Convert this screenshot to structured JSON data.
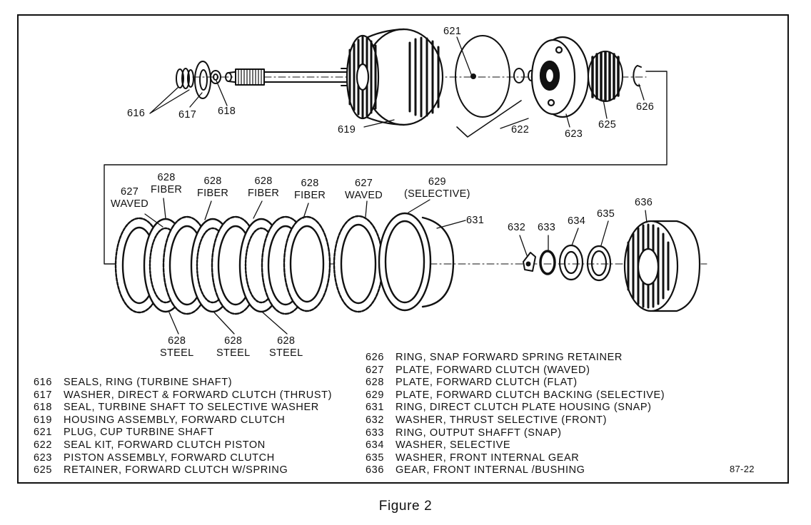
{
  "figure": {
    "caption": "Figure 2",
    "code": "87-22"
  },
  "callouts": {
    "c616": "616",
    "c617": "617",
    "c618": "618",
    "c619": "619",
    "c621": "621",
    "c622": "622",
    "c623": "623",
    "c625": "625",
    "c626": "626",
    "c627a": {
      "num": "627",
      "word": "WAVED"
    },
    "c628a": {
      "num": "628",
      "word": "FIBER"
    },
    "c628b": {
      "num": "628",
      "word": "FIBER"
    },
    "c628c": {
      "num": "628",
      "word": "FIBER"
    },
    "c628d": {
      "num": "628",
      "word": "FIBER"
    },
    "c627b": {
      "num": "627",
      "word": "WAVED"
    },
    "c629": {
      "num": "629",
      "word": "(SELECTIVE)"
    },
    "c631": "631",
    "c632": "632",
    "c633": "633",
    "c634": "634",
    "c635": "635",
    "c636": "636",
    "s628a": {
      "num": "628",
      "word": "STEEL"
    },
    "s628b": {
      "num": "628",
      "word": "STEEL"
    },
    "s628c": {
      "num": "628",
      "word": "STEEL"
    }
  },
  "legend_left": [
    {
      "num": "616",
      "text": "SEALS, RING (TURBINE SHAFT)"
    },
    {
      "num": "617",
      "text": "WASHER, DIRECT & FORWARD CLUTCH (THRUST)"
    },
    {
      "num": "618",
      "text": "SEAL, TURBINE SHAFT TO SELECTIVE WASHER"
    },
    {
      "num": "619",
      "text": "HOUSING ASSEMBLY, FORWARD CLUTCH"
    },
    {
      "num": "621",
      "text": "PLUG, CUP TURBINE SHAFT"
    },
    {
      "num": "622",
      "text": "SEAL KIT, FORWARD CLUTCH PISTON"
    },
    {
      "num": "623",
      "text": "PISTON ASSEMBLY, FORWARD CLUTCH"
    },
    {
      "num": "625",
      "text": "RETAINER, FORWARD CLUTCH W/SPRING"
    }
  ],
  "legend_right": [
    {
      "num": "626",
      "text": "RING, SNAP FORWARD SPRING RETAINER"
    },
    {
      "num": "627",
      "text": "PLATE, FORWARD CLUTCH (WAVED)"
    },
    {
      "num": "628",
      "text": "PLATE, FORWARD CLUTCH (FLAT)"
    },
    {
      "num": "629",
      "text": "PLATE, FORWARD CLUTCH BACKING (SELECTIVE)"
    },
    {
      "num": "631",
      "text": "RING, DIRECT CLUTCH PLATE HOUSING (SNAP)"
    },
    {
      "num": "632",
      "text": "WASHER, THRUST SELECTIVE (FRONT)"
    },
    {
      "num": "633",
      "text": "RING, OUTPUT SHAFFT (SNAP)"
    },
    {
      "num": "634",
      "text": "WASHER, SELECTIVE"
    },
    {
      "num": "635",
      "text": "WASHER, FRONT INTERNAL GEAR"
    },
    {
      "num": "636",
      "text": "GEAR, FRONT INTERNAL /BUSHING"
    }
  ]
}
